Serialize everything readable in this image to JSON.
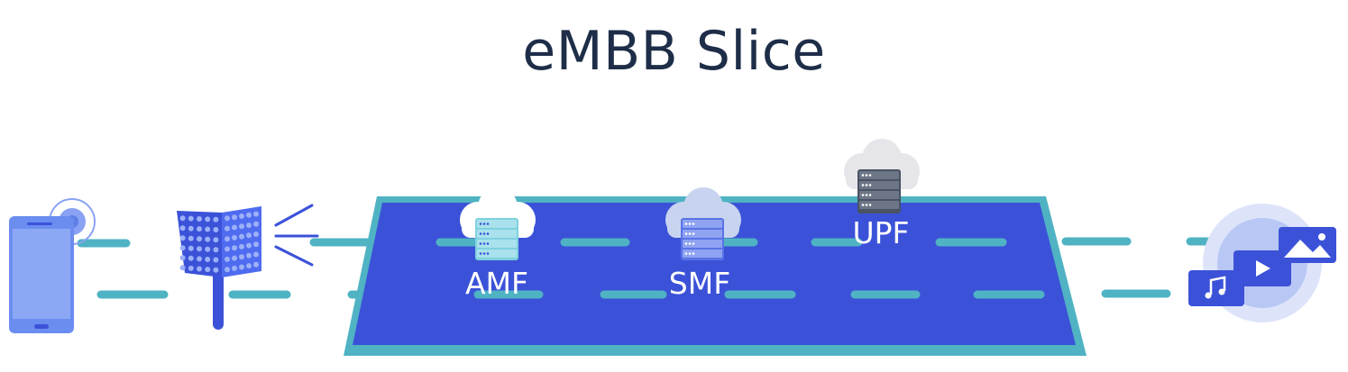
{
  "title": "eMBB Slice",
  "network_functions": [
    {
      "label": "AMF",
      "cloud_color": "#ffffff"
    },
    {
      "label": "SMF",
      "cloud_color": "#c8d4ef"
    },
    {
      "label": "UPF",
      "cloud_color": "#e6e6ea"
    }
  ],
  "icons": {
    "device": "smartphone-icon",
    "radio": "antenna-icon",
    "media": "media-icon"
  },
  "colors": {
    "slice_fill": "#3b52d8",
    "slice_border": "#4fb3c3",
    "dash": "#4fb3c3",
    "title": "#1e2d48",
    "device": "#6b8df0"
  }
}
